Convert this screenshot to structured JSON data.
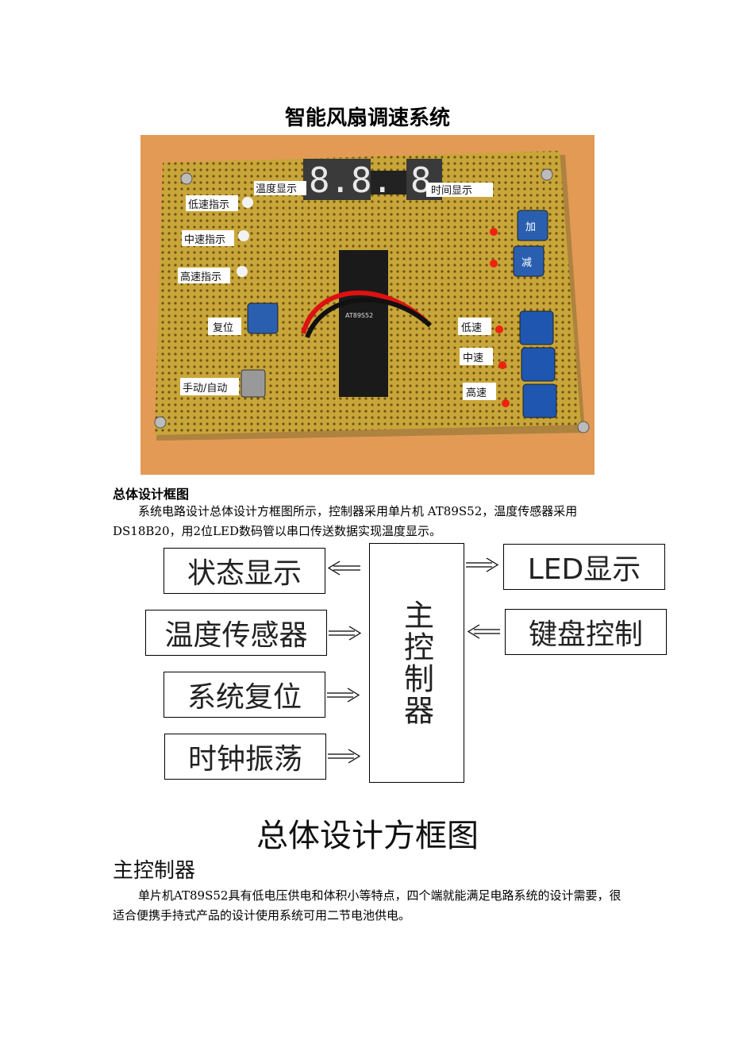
{
  "doc": {
    "title": "智能风扇调速系统",
    "photo": {
      "labels": {
        "temp": "温度显示",
        "time": "时间显示",
        "low_ind": "低速指示",
        "mid_ind": "中速指示",
        "high_ind": "高速指示",
        "reset": "复位",
        "manual": "手动/自动",
        "add": "加",
        "sub": "减",
        "low": "低速",
        "mid": "中速",
        "high": "高速",
        "chip": "AT89S52"
      }
    },
    "section1_heading": "总体设计框图",
    "section1_text": "系统电路设计总体设计方框图所示，控制器采用单片机 AT89S52，温度传感器采用DS18B20，用2位LED数码管以串口传送数据实现温度显示。",
    "diagram": {
      "main": "主控制器",
      "left": [
        "状态显示",
        "温度传感器",
        "系统复位",
        "时钟振荡"
      ],
      "right": [
        "LED显示",
        "键盘控制"
      ],
      "caption": "总体设计方框图"
    },
    "section2_heading": "主控制器",
    "section2_text": "单片机AT89S52具有低电压供电和体积小等特点，四个端就能满足电路系统的设计需要，很适合便携手持式产品的设计使用系统可用二节电池供电。"
  }
}
